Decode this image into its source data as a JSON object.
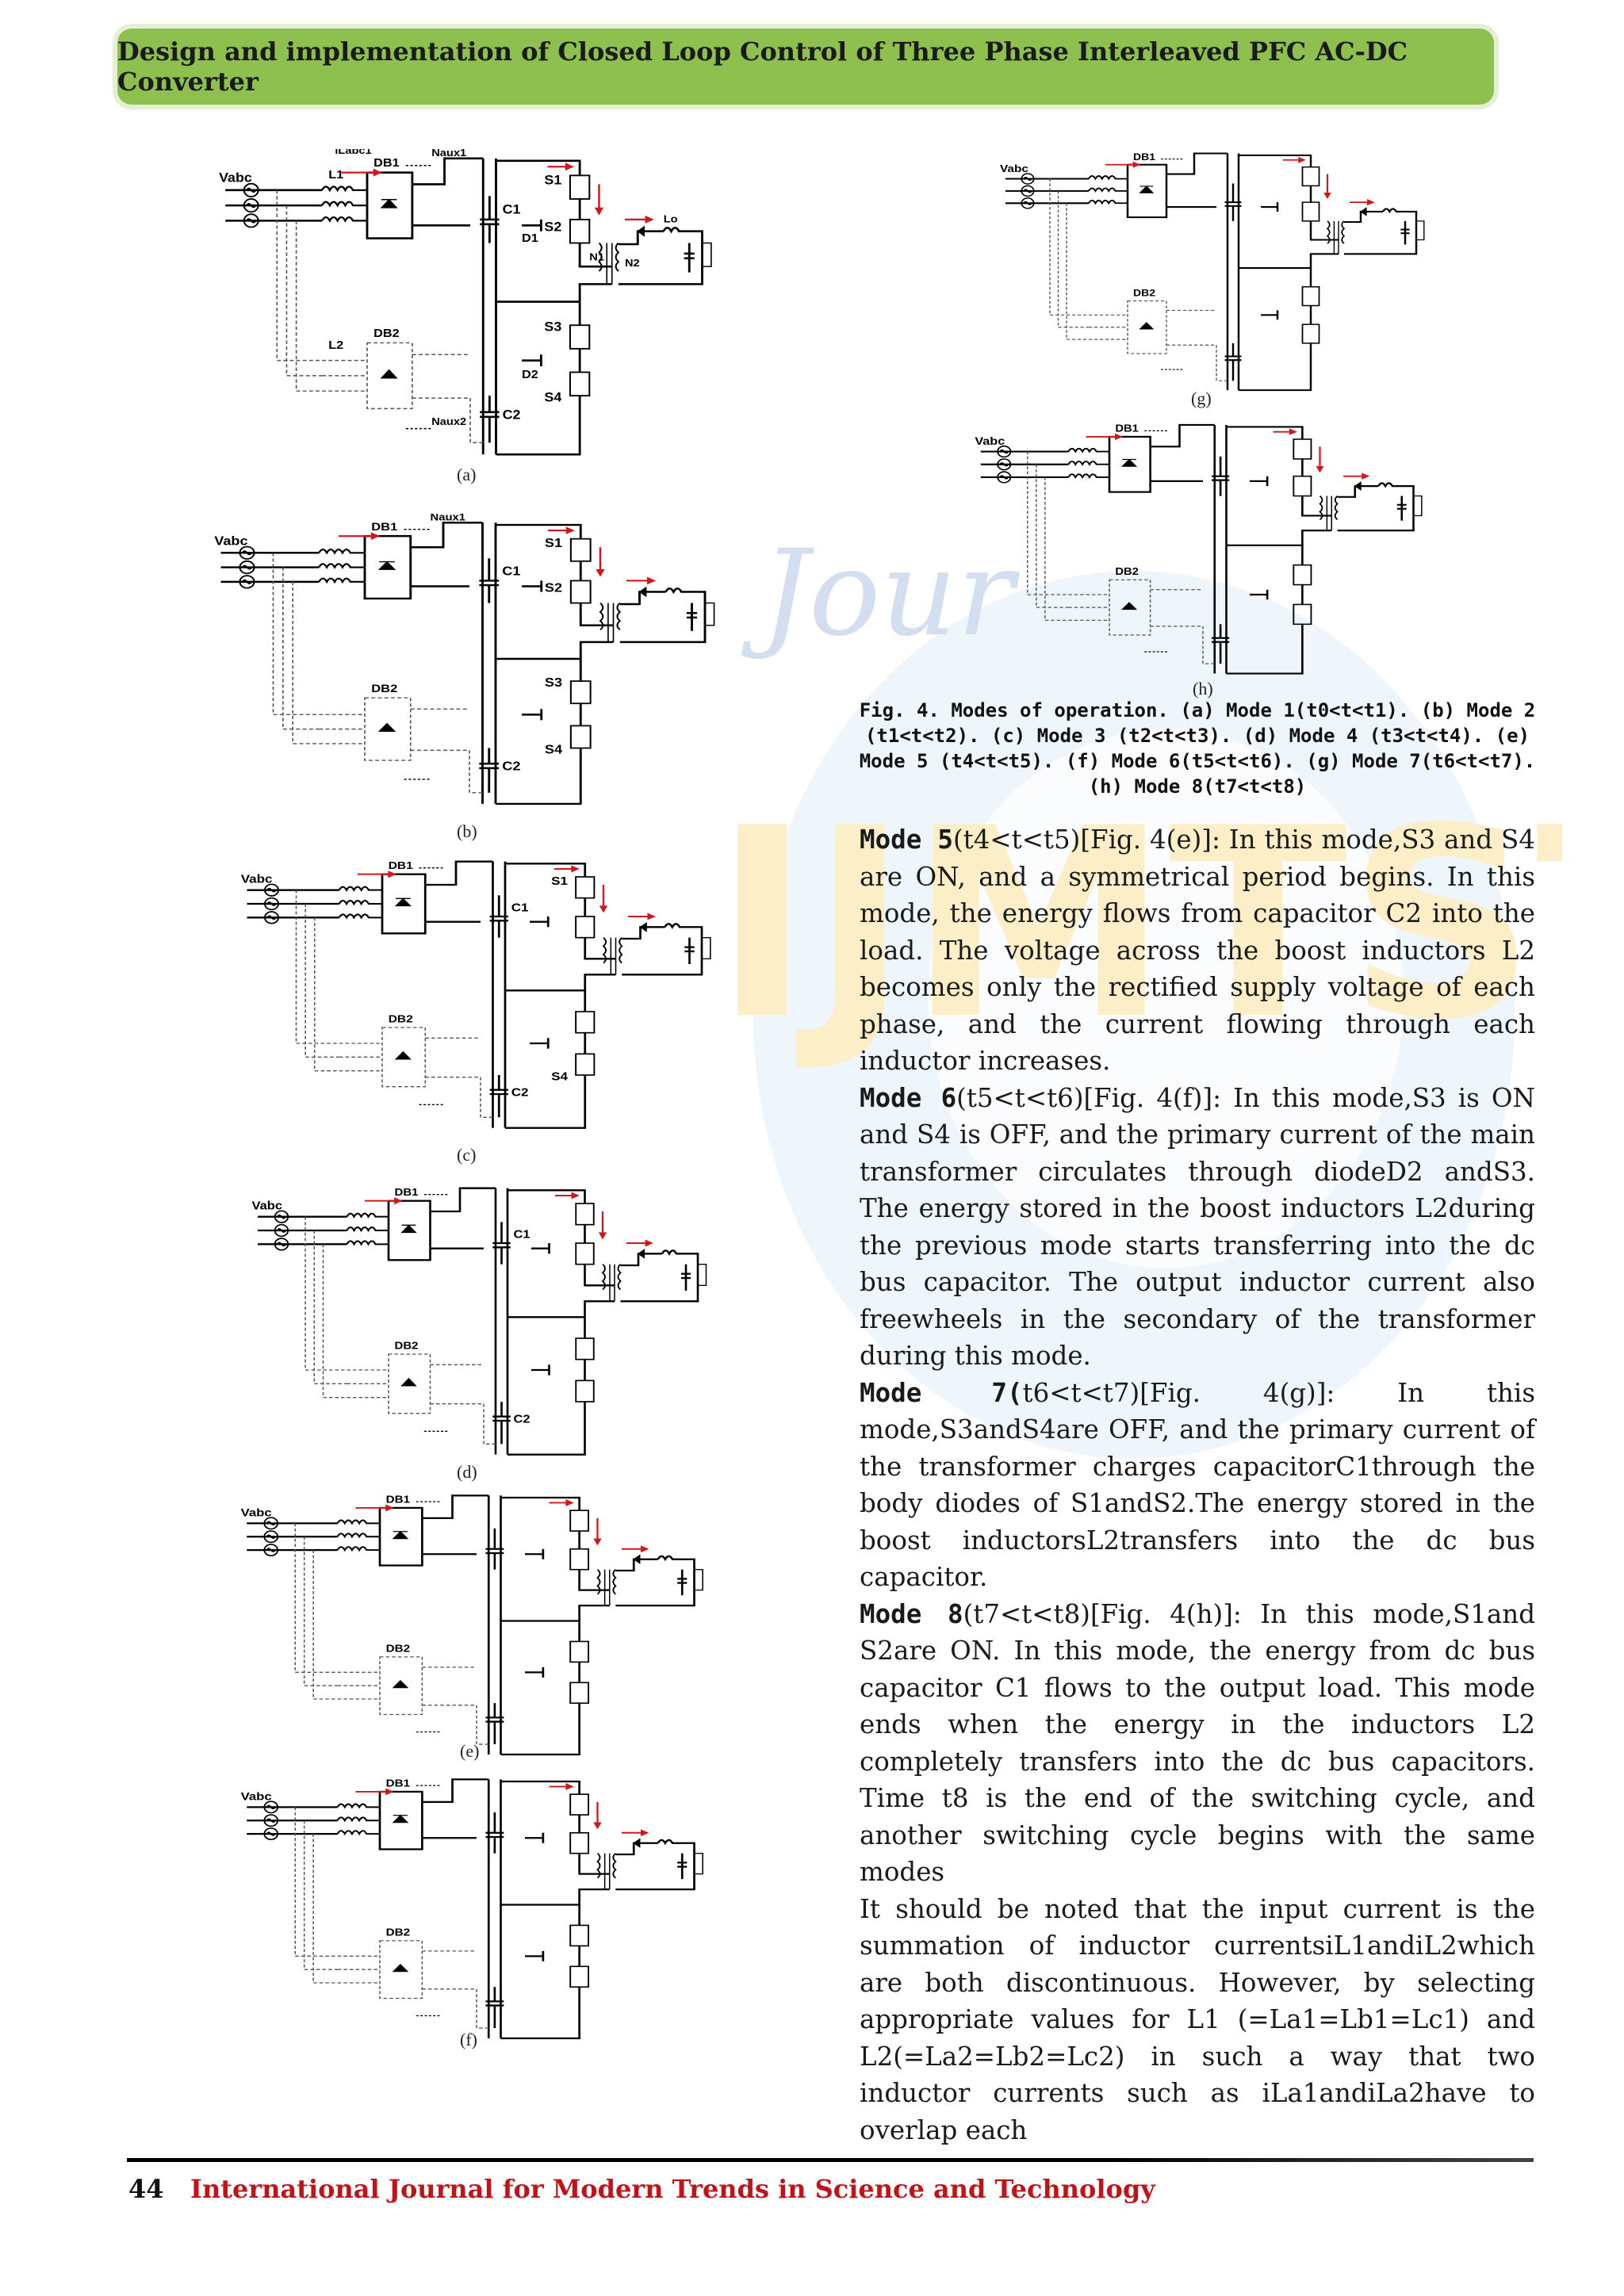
{
  "header": {
    "title": "Design and implementation of Closed Loop Control of Three Phase Interleaved PFC AC-DC Converter"
  },
  "circuit": {
    "vabc": "Vabc",
    "l1": "L1",
    "l2": "L2",
    "db1": "DB1",
    "db2": "DB2",
    "naux1": "Naux1",
    "naux2": "Naux2",
    "c1": "C1",
    "c2": "C2",
    "s1": "S1",
    "s2": "S2",
    "s3": "S3",
    "s4": "S4",
    "d1": "D1",
    "d2": "D2",
    "n1": "N1",
    "n2": "N2",
    "lo": "Lo",
    "ilabc1": "iLabc1"
  },
  "figures": {
    "a": "(a)",
    "b": "(b)",
    "c": "(c)",
    "d": "(d)",
    "e": "(e)",
    "f": "(f)",
    "g": "(g)",
    "h": "(h)"
  },
  "caption": "Fig. 4. Modes of operation. (a) Mode 1(t0<t<t1). (b) Mode 2 (t1<t<t2). (c) Mode 3 (t2<t<t3). (d) Mode 4 (t3<t<t4). (e) Mode 5 (t4<t<t5). (f) Mode 6(t5<t<t6). (g) Mode 7(t6<t<t7). (h) Mode 8(t7<t<t8)",
  "body": {
    "m5_label": "Mode 5",
    "m5_text": "(t4<t<t5)[Fig. 4(e)]: In this mode,S3 and S4 are ON, and a symmetrical period begins. In this mode, the energy flows from capacitor C2 into the load. The voltage across the boost inductors L2 becomes only the rectified supply voltage of each phase, and the current flowing through each inductor increases.",
    "m6_label": "Mode 6",
    "m6_text": "(t5<t<t6)[Fig. 4(f)]: In this mode,S3 is ON and S4 is OFF, and the primary current of the main transformer circulates through diodeD2 andS3. The energy stored in the boost inductors L2during the previous mode starts transferring into the dc bus capacitor. The output inductor current also freewheels in the secondary of the transformer during this mode.",
    "m7_label": "Mode 7(",
    "m7_text": "t6<t<t7)[Fig. 4(g)]: In this mode,S3andS4are OFF, and the primary current of the transformer charges capacitorC1through the body diodes of S1andS2.The energy stored in the boost inductorsL2transfers into the dc bus capacitor.",
    "m8_label": "Mode 8",
    "m8_text": "(t7<t<t8)[Fig. 4(h)]: In this mode,S1and S2are ON. In this mode, the energy from dc bus capacitor C1 flows to the output load. This mode ends when the energy in the inductors L2 completely transfers into the dc bus capacitors. Time t8 is the end of the switching cycle, and another switching cycle begins with the same modes",
    "p_last": "It should be noted that the input current is the summation of inductor currentsiL1andiL2which are both discontinuous. However, by selecting appropriate values for L1 (=La1=Lb1=Lc1) and L2(=La2=Lb2=Lc2) in such a way that two inductor currents such as iLa1andiLa2have to overlap each"
  },
  "watermark": {
    "text1": "Jour",
    "text2": "IJMTST"
  },
  "footer": {
    "page": "44",
    "journal": "International Journal for Modern Trends in Science and Technology"
  }
}
